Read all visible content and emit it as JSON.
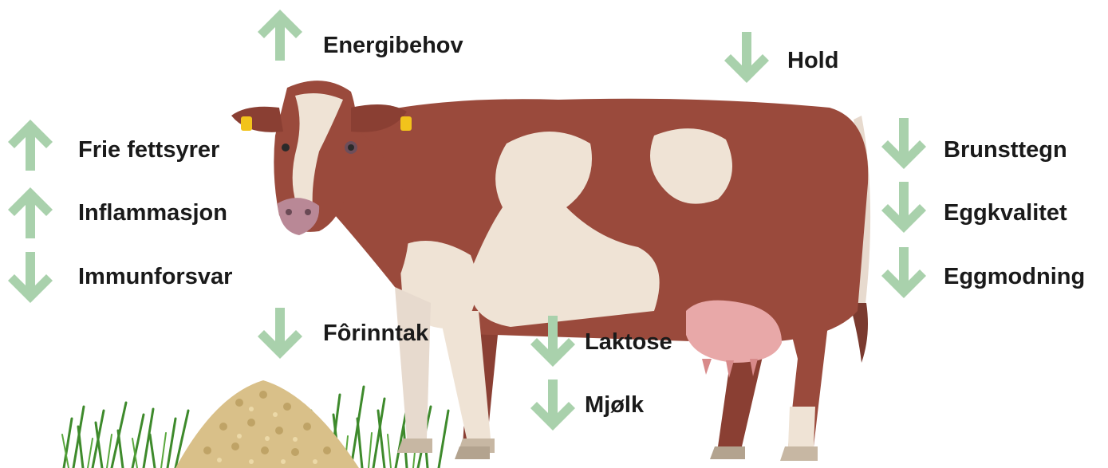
{
  "colors": {
    "arrow": "#a9d1ac",
    "label_text": "#1a1a1a",
    "cow_brown": "#9a4a3c",
    "cow_white": "#efe3d5",
    "udder_pink": "#e8a8a8",
    "feed": "#d9c089",
    "grass": "#3e8a2c"
  },
  "indicators": [
    {
      "id": "energibehov",
      "label": "Energibehov",
      "direction": "up",
      "icon": "arrow-up-icon"
    },
    {
      "id": "hold",
      "label": "Hold",
      "direction": "down",
      "icon": "arrow-down-icon"
    },
    {
      "id": "frie-fettsyrer",
      "label": "Frie fettsyrer",
      "direction": "up",
      "icon": "arrow-up-icon"
    },
    {
      "id": "inflammasjon",
      "label": "Inflammasjon",
      "direction": "up",
      "icon": "arrow-up-icon"
    },
    {
      "id": "immunforsvar",
      "label": "Immunforsvar",
      "direction": "down",
      "icon": "arrow-down-icon"
    },
    {
      "id": "brunsttegn",
      "label": "Brunsttegn",
      "direction": "down",
      "icon": "arrow-down-icon"
    },
    {
      "id": "eggkvalitet",
      "label": "Eggkvalitet",
      "direction": "down",
      "icon": "arrow-down-icon"
    },
    {
      "id": "eggmodning",
      "label": "Eggmodning",
      "direction": "down",
      "icon": "arrow-down-icon"
    },
    {
      "id": "forinntak",
      "label": "Fôrinntak",
      "direction": "down",
      "icon": "arrow-down-icon"
    },
    {
      "id": "laktose",
      "label": "Laktose",
      "direction": "down",
      "icon": "arrow-down-icon"
    },
    {
      "id": "mjolk",
      "label": "Mjølk",
      "direction": "down",
      "icon": "arrow-down-icon"
    }
  ]
}
